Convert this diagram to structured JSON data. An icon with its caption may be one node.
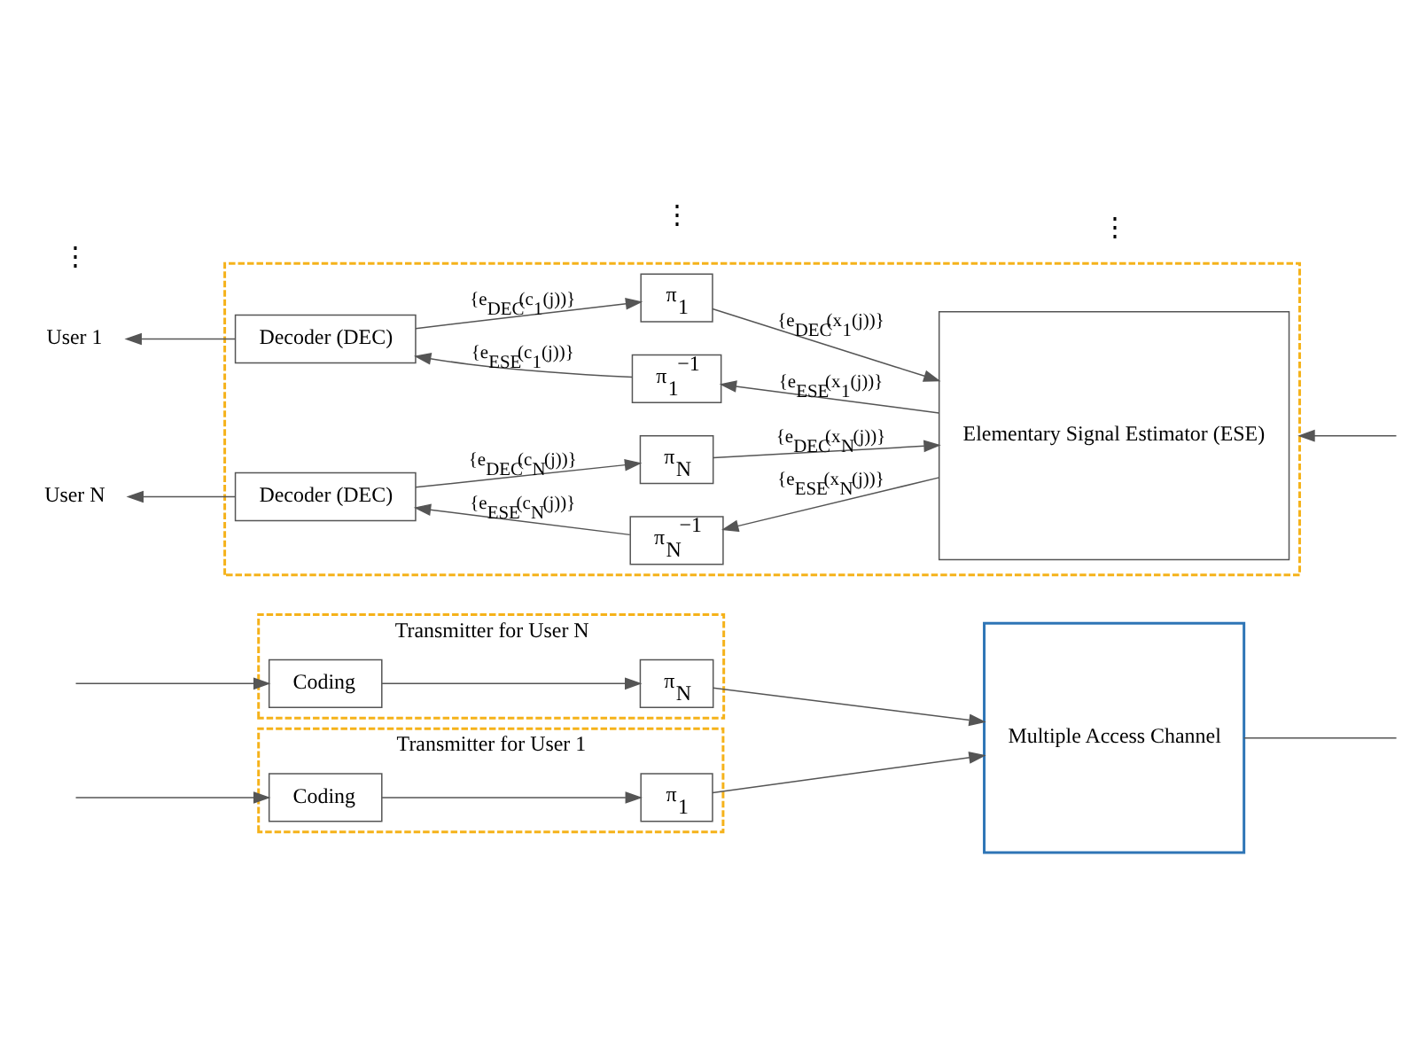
{
  "diagram": {
    "nodes": [
      {
        "text": [
          "Transmitter for User 1"
        ]
      },
      {
        "text": [
          "Coding"
        ],
        "in": 0
      },
      {
        "text": [
          "π$_{1}$"
        ],
        "in": 0
      },
      {
        "text": [
          "Transmitter for User N"
        ]
      },
      {
        "text": [
          "Coding"
        ],
        "in": 3
      },
      {
        "text": [
          "π$_{N}$"
        ],
        "in": 3
      },
      {
        "text": [
          "Multiple Access Channel"
        ]
      },
      {
        "text": [],
        "shape": "box"
      },
      {
        "text": [
          "Decoder (DEC)"
        ],
        "in": 7
      },
      {
        "text": [
          "π$_{1}$$^{−1}$"
        ],
        "in": 7
      },
      {
        "text": [
          "π$_{1}$"
        ],
        "in": 7
      },
      {
        "text": [
          "Decoder (DEC)"
        ],
        "in": 7
      },
      {
        "text": [
          "π$_{N}$$^{−1}$"
        ],
        "in": 7
      },
      {
        "text": [
          "π$_{N}$"
        ],
        "in": 7
      },
      {
        "text": [
          "Elementary Signal Estimator (ESE)"
        ],
        "in": 7
      },
      {
        "text": [
          "User 1"
        ]
      },
      {
        "text": [
          "User N"
        ]
      }
    ],
    "edges": [
      {
        "from": null,
        "to": 1,
        "arrow": "to"
      },
      {
        "from": 1,
        "to": 2,
        "arrow": "to"
      },
      {
        "from": 2,
        "to": 6,
        "arrow": "to"
      },
      {
        "from": null,
        "to": 4,
        "arrow": "to"
      },
      {
        "from": 4,
        "to": 5,
        "arrow": "to"
      },
      {
        "from": 5,
        "to": 6,
        "arrow": "to"
      },
      {
        "from": 6,
        "to": null,
        "arrow": "none"
      },
      {
        "from": null,
        "to": 7,
        "arrow": "to"
      },
      {
        "from": 14,
        "to": 9,
        "arrow": "to",
        "label": "{e$_{ESE}$(x$_{1}$(j))}"
      },
      {
        "from": 9,
        "to": 8,
        "arrow": "to",
        "label": "{e$_{ESE}$(c$_{1}$(j))}"
      },
      {
        "from": 8,
        "to": 10,
        "arrow": "to",
        "label": "{e$_{DEC}$(c$_{1}$(j))}"
      },
      {
        "from": 10,
        "to": 14,
        "arrow": "to",
        "label": "{e$_{DEC}$(x$_{1}$(j))}"
      },
      {
        "from": 14,
        "to": 12,
        "arrow": "to",
        "label": "{e$_{ESE}$(x$_{N}$(j))}"
      },
      {
        "from": 12,
        "to": 11,
        "arrow": "to",
        "label": "{e$_{ESE}$(c$_{N}$(j))}"
      },
      {
        "from": 11,
        "to": 13,
        "arrow": "to",
        "label": "{e$_{DEC}$(c$_{N}$(j))}"
      },
      {
        "from": 13,
        "to": 14,
        "arrow": "to",
        "label": "{e$_{DEC}$(x$_{N}$(j))}"
      },
      {
        "from": 8,
        "to": 15,
        "arrow": "to"
      },
      {
        "from": 11,
        "to": 16,
        "arrow": "to"
      }
    ],
    "labels": [
      "⋮",
      "⋮",
      "⋮"
    ]
  }
}
